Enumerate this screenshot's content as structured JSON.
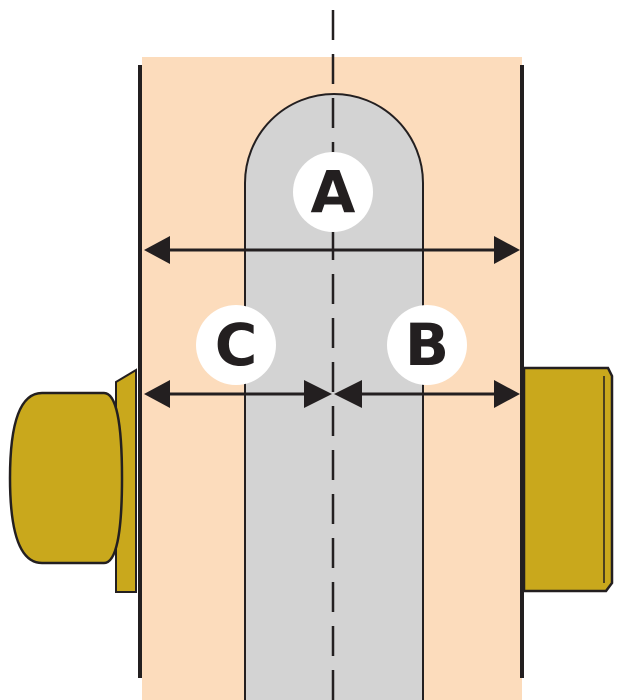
{
  "labels": {
    "a": "A",
    "b": "B",
    "c": "C"
  },
  "colors": {
    "plate": "#fcdcbc",
    "gold": "#c9a81c",
    "slot": "#d3d3d3",
    "ink": "#231f20",
    "badge": "#ffffff"
  }
}
